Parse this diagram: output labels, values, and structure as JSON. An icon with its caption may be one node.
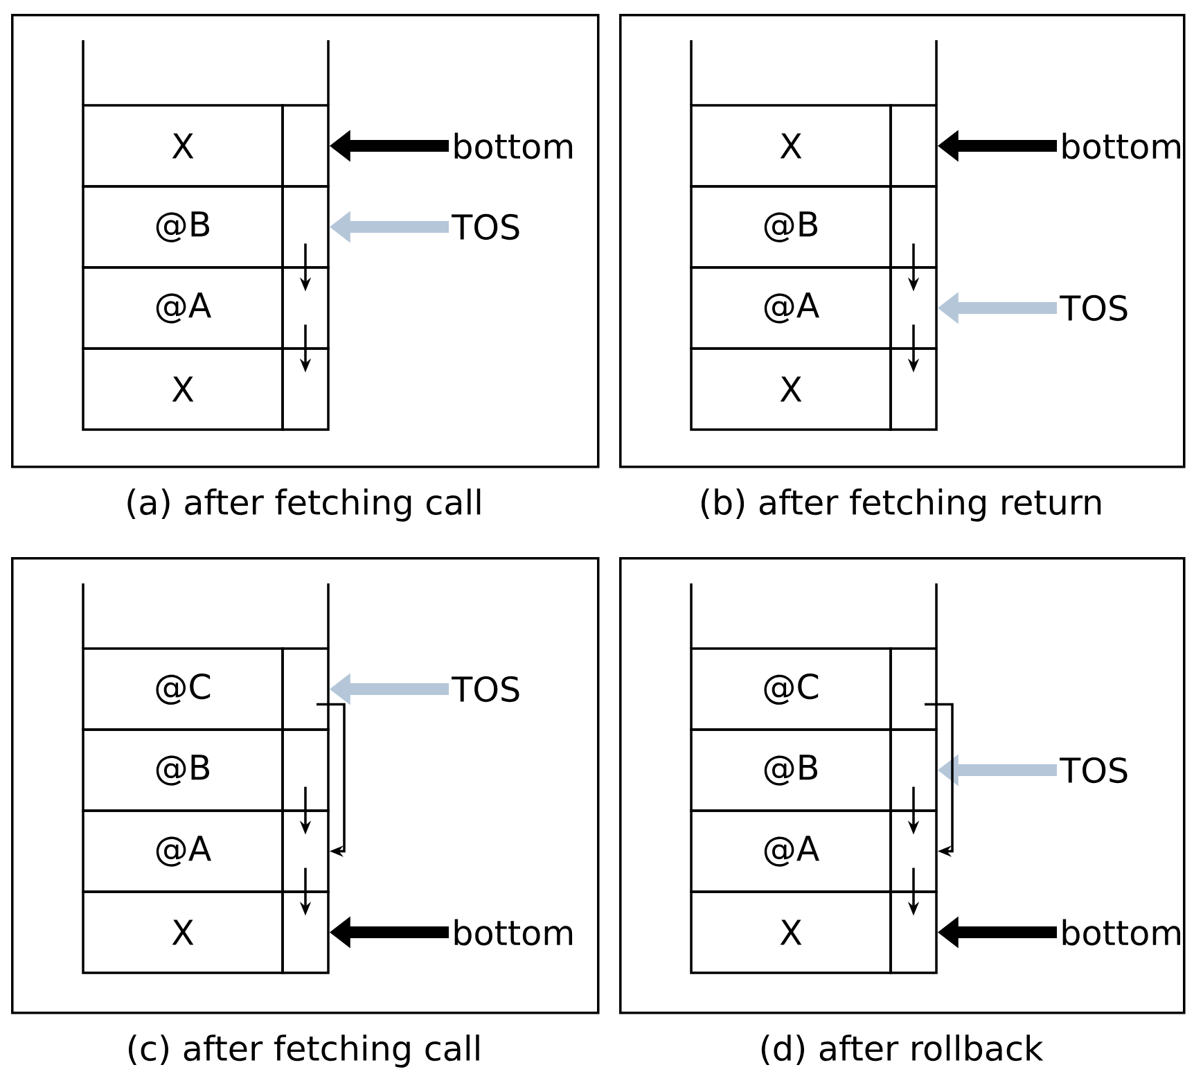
{
  "diagram": {
    "nodes": [
      {
        "text": [],
        "shape": "box",
        "beside": [
          "(a) after fetching call"
        ]
      },
      {
        "text": [
          "X"
        ],
        "in": 0
      },
      {
        "text": [],
        "shape": "box",
        "in": 0
      },
      {
        "text": [
          "@B"
        ],
        "in": 0
      },
      {
        "text": [],
        "shape": "box",
        "in": 0
      },
      {
        "text": [
          "@A"
        ],
        "in": 0
      },
      {
        "text": [],
        "shape": "box",
        "in": 0
      },
      {
        "text": [
          "X"
        ],
        "in": 0
      },
      {
        "text": [],
        "shape": "box",
        "in": 0
      },
      {
        "text": [
          "bottom"
        ],
        "in": 0
      },
      {
        "text": [
          "TOS"
        ],
        "in": 0
      },
      {
        "text": [],
        "shape": "box",
        "beside": [
          "(b) after fetching return"
        ]
      },
      {
        "text": [
          "X"
        ],
        "in": 11
      },
      {
        "text": [],
        "shape": "box",
        "in": 11
      },
      {
        "text": [
          "@B"
        ],
        "in": 11
      },
      {
        "text": [],
        "shape": "box",
        "in": 11
      },
      {
        "text": [
          "@A"
        ],
        "in": 11
      },
      {
        "text": [],
        "shape": "box",
        "in": 11
      },
      {
        "text": [
          "X"
        ],
        "in": 11
      },
      {
        "text": [],
        "shape": "box",
        "in": 11
      },
      {
        "text": [
          "bottom"
        ],
        "in": 11
      },
      {
        "text": [
          "TOS"
        ],
        "in": 11
      },
      {
        "text": [],
        "shape": "box",
        "beside": [
          "(c) after fetching call"
        ]
      },
      {
        "text": [
          "@C"
        ],
        "in": 22
      },
      {
        "text": [],
        "shape": "box",
        "in": 22
      },
      {
        "text": [
          "@B"
        ],
        "in": 22
      },
      {
        "text": [],
        "shape": "box",
        "in": 22
      },
      {
        "text": [
          "@A"
        ],
        "in": 22
      },
      {
        "text": [],
        "shape": "box",
        "in": 22
      },
      {
        "text": [
          "X"
        ],
        "in": 22
      },
      {
        "text": [],
        "shape": "box",
        "in": 22
      },
      {
        "text": [
          "TOS"
        ],
        "in": 22
      },
      {
        "text": [
          "bottom"
        ],
        "in": 22
      },
      {
        "text": [],
        "shape": "box",
        "beside": [
          "(d) after rollback"
        ]
      },
      {
        "text": [
          "@C"
        ],
        "in": 33
      },
      {
        "text": [],
        "shape": "box",
        "in": 33
      },
      {
        "text": [
          "@B"
        ],
        "in": 33
      },
      {
        "text": [],
        "shape": "box",
        "in": 33
      },
      {
        "text": [
          "@A"
        ],
        "in": 33
      },
      {
        "text": [],
        "shape": "box",
        "in": 33
      },
      {
        "text": [
          "X"
        ],
        "in": 33
      },
      {
        "text": [],
        "shape": "box",
        "in": 33
      },
      {
        "text": [
          "TOS"
        ],
        "in": 33
      },
      {
        "text": [
          "bottom"
        ],
        "in": 33
      }
    ],
    "edges": [
      {
        "from": 9,
        "to": 2,
        "arrow": "to",
        "style": "thick"
      },
      {
        "from": 10,
        "to": 4,
        "arrow": "to",
        "style": "thick",
        "color": "#b4c6d8"
      },
      {
        "from": 4,
        "to": 6,
        "arrow": "to"
      },
      {
        "from": 6,
        "to": 8,
        "arrow": "to"
      },
      {
        "from": 20,
        "to": 13,
        "arrow": "to",
        "style": "thick"
      },
      {
        "from": 21,
        "to": 17,
        "arrow": "to",
        "style": "thick",
        "color": "#b4c6d8"
      },
      {
        "from": 15,
        "to": 17,
        "arrow": "to"
      },
      {
        "from": 17,
        "to": 19,
        "arrow": "to"
      },
      {
        "from": 31,
        "to": 24,
        "arrow": "to",
        "style": "thick",
        "color": "#b4c6d8"
      },
      {
        "from": 32,
        "to": 30,
        "arrow": "to",
        "style": "thick"
      },
      {
        "from": 24,
        "to": 28,
        "arrow": "to"
      },
      {
        "from": 26,
        "to": 28,
        "arrow": "to"
      },
      {
        "from": 28,
        "to": 30,
        "arrow": "to"
      },
      {
        "from": 42,
        "to": 37,
        "arrow": "to",
        "style": "thick",
        "color": "#b4c6d8"
      },
      {
        "from": 43,
        "to": 41,
        "arrow": "to",
        "style": "thick"
      },
      {
        "from": 35,
        "to": 39,
        "arrow": "to"
      },
      {
        "from": 37,
        "to": 39,
        "arrow": "to"
      },
      {
        "from": 39,
        "to": 41,
        "arrow": "to"
      }
    ]
  }
}
